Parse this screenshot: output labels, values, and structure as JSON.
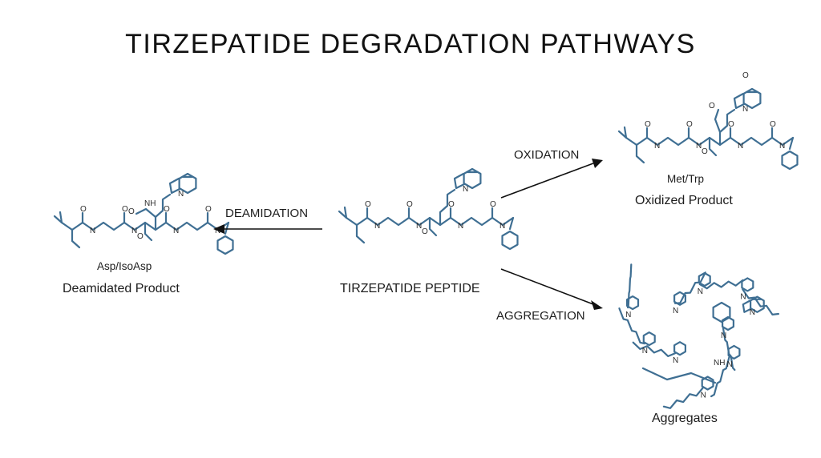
{
  "title": "TIRZEPATIDE DEGRADATION PATHWAYS",
  "center": {
    "label": "TIRZEPATIDE PEPTIDE"
  },
  "pathways": {
    "deamidation": {
      "arrow_label": "DEAMIDATION",
      "site_label": "Asp/IsoAsp",
      "product_label": "Deamidated Product"
    },
    "oxidation": {
      "arrow_label": "OXIDATION",
      "site_label": "Met/Trp",
      "product_label": "Oxidized Product"
    },
    "aggregation": {
      "arrow_label": "AGGREGATION",
      "product_label": "Aggregates"
    }
  },
  "atoms": {
    "oxygen": "O",
    "nitrogen": "N",
    "amide": "NH",
    "hydrogen": "H"
  },
  "colors": {
    "bond": "#3f6f93",
    "arrow": "#111111",
    "text": "#1a1a1a"
  }
}
